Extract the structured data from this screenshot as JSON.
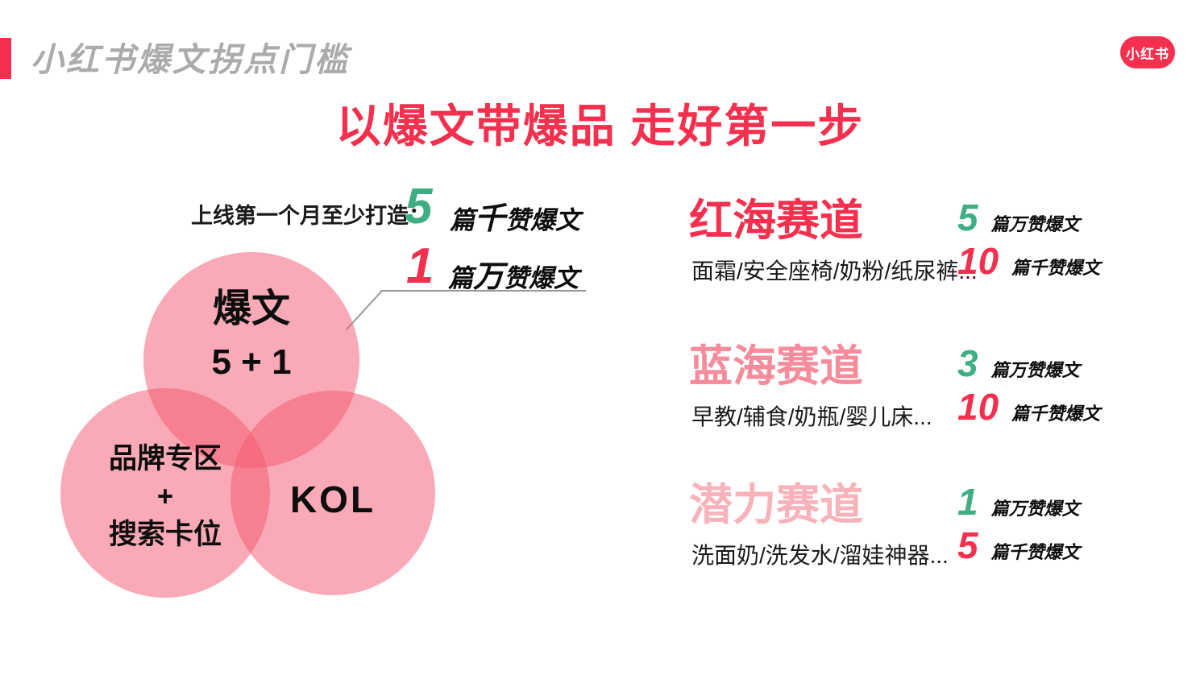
{
  "header": {
    "page_title": "小红书爆文拐点门槛",
    "logo_text": "小红书"
  },
  "main_title": "以爆文带爆品 走好第一步",
  "intro": {
    "label": "上线第一个月至少打造：",
    "rows": [
      {
        "number": "5",
        "number_color": "#3FAE83",
        "unit_prefix": "篇",
        "unit_emph": "千",
        "unit_suffix": "赞爆文"
      },
      {
        "number": "1",
        "number_color": "#F4304E",
        "unit_prefix": "篇",
        "unit_emph": "万",
        "unit_suffix": "赞爆文"
      }
    ]
  },
  "venn": {
    "top_circle": {
      "line1": "爆文",
      "line2": "5 + 1"
    },
    "left_circle": {
      "line1": "品牌专区",
      "line2": "+",
      "line3": "搜索卡位"
    },
    "right_circle": {
      "label": "KOL"
    }
  },
  "tracks": [
    {
      "title": "红海赛道",
      "title_color": "#F4304E",
      "description": "面霜/安全座椅/奶粉/纸尿裤...",
      "stats": [
        {
          "number": "5",
          "number_color": "#3FAE83",
          "label": "篇万赞爆文"
        },
        {
          "number": "10",
          "number_color": "#F4304E",
          "label": "篇千赞爆文"
        }
      ]
    },
    {
      "title": "蓝海赛道",
      "title_color": "#F58C9B",
      "description": "早教/辅食/奶瓶/婴儿床...",
      "stats": [
        {
          "number": "3",
          "number_color": "#3FAE83",
          "label": "篇万赞爆文"
        },
        {
          "number": "10",
          "number_color": "#F4304E",
          "label": "篇千赞爆文"
        }
      ]
    },
    {
      "title": "潜力赛道",
      "title_color": "#F8B3BA",
      "description": "洗面奶/洗发水/溜娃神器...",
      "stats": [
        {
          "number": "1",
          "number_color": "#3FAE83",
          "label": "篇万赞爆文"
        },
        {
          "number": "5",
          "number_color": "#F4304E",
          "label": "篇千赞爆文"
        }
      ]
    }
  ],
  "colors": {
    "brand_red": "#F4304E",
    "green": "#3FAE83",
    "page_title_gray": "#ABABAB",
    "leader_line_gray": "#999999",
    "venn_circle_fill": "rgba(243,85,110,0.5)",
    "logo_bg": "#F4304E"
  }
}
